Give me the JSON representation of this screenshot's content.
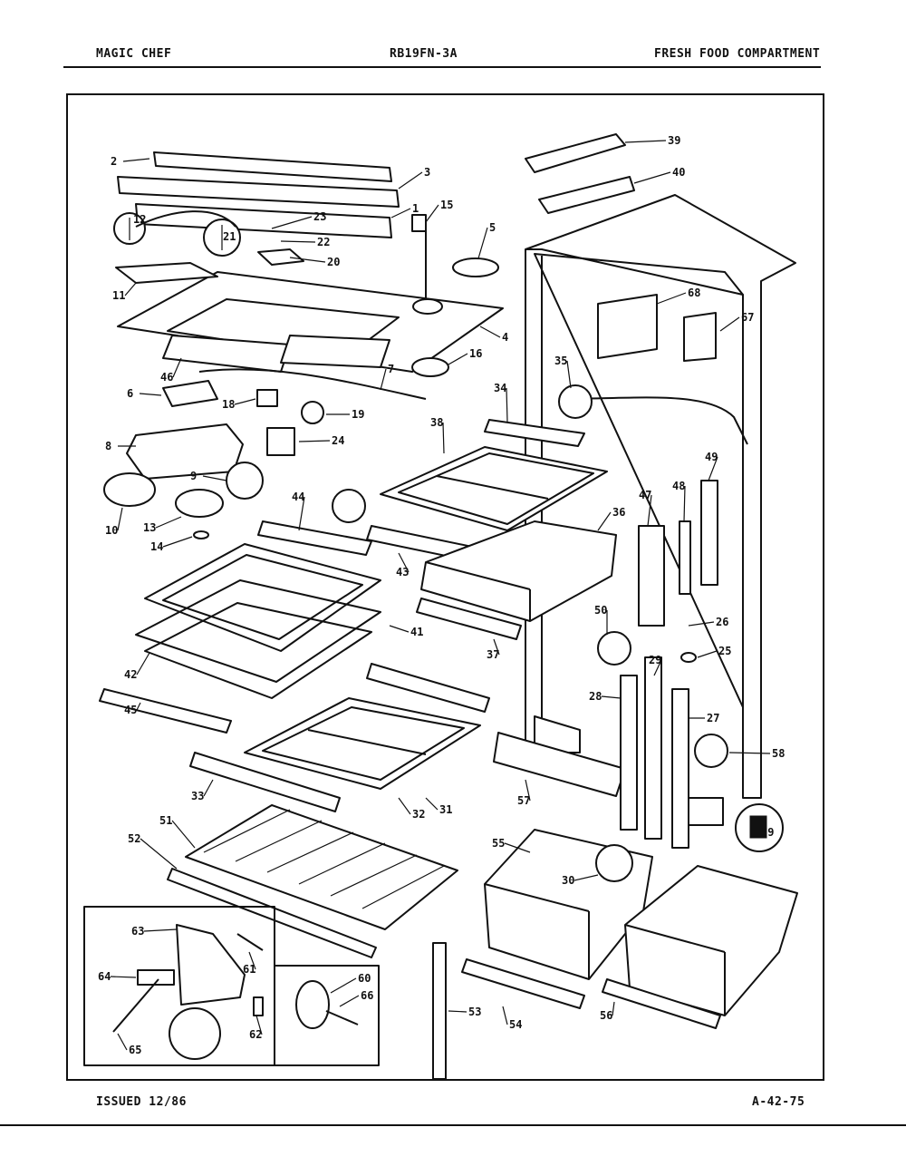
{
  "header": {
    "brand": "MAGIC CHEF",
    "model": "RB19FN-3A",
    "section": "FRESH FOOD COMPARTMENT"
  },
  "footer": {
    "issued": "ISSUED 12/86",
    "page_code": "A-42-75"
  },
  "callouts": [
    "1",
    "2",
    "3",
    "4",
    "5",
    "6",
    "7",
    "8",
    "9",
    "10",
    "11",
    "12",
    "13",
    "14",
    "15",
    "16",
    "18",
    "19",
    "20",
    "21",
    "22",
    "23",
    "24",
    "25",
    "26",
    "27",
    "28",
    "29",
    "30",
    "31",
    "32",
    "33",
    "34",
    "35",
    "36",
    "37",
    "38",
    "39",
    "40",
    "41",
    "42",
    "43",
    "44",
    "45",
    "46",
    "47",
    "48",
    "49",
    "50",
    "51",
    "52",
    "53",
    "54",
    "55",
    "56",
    "57",
    "58",
    "59",
    "60",
    "61",
    "62",
    "63",
    "64",
    "65",
    "66",
    "67",
    "68"
  ]
}
